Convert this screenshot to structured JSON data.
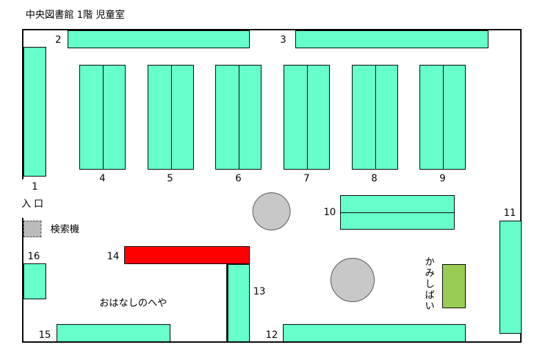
{
  "title": "中央図書館 1階 児童室",
  "shelves": {
    "s1": "1",
    "s2": "2",
    "s3": "3",
    "s4": "4",
    "s5": "5",
    "s6": "6",
    "s7": "7",
    "s8": "8",
    "s9": "9",
    "s10": "10",
    "s11": "11",
    "s12": "12",
    "s13": "13",
    "s14": "14",
    "s15": "15",
    "s16": "16"
  },
  "labels": {
    "entrance": "入口",
    "search_terminal": "検索機",
    "story_room": "おはなしのへや",
    "kamishibai": "かみしばい"
  },
  "colors": {
    "shelf": "#66ffcc",
    "highlight_shelf": "#ff0000",
    "kamishibai_box": "#99cc55",
    "table": "#c8c8c8",
    "search_terminal": "#bbbbbb"
  }
}
